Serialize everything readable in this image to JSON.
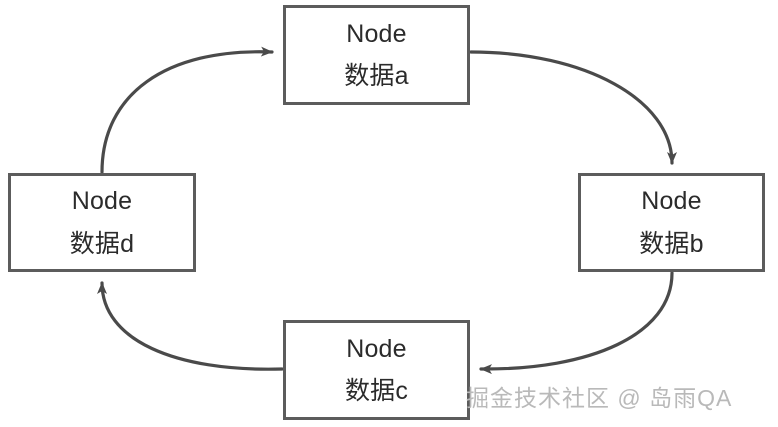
{
  "diagram": {
    "title": "circular-linked-list",
    "background_color": "#ffffff",
    "stroke_color": "#5c5c5c",
    "edge_color": "#4a4a4a",
    "text_color": "#2b2b2b",
    "nodes": [
      {
        "id": "a",
        "label_top": "Node",
        "label_bottom": "数据a"
      },
      {
        "id": "b",
        "label_top": "Node",
        "label_bottom": "数据b"
      },
      {
        "id": "c",
        "label_top": "Node",
        "label_bottom": "数据c"
      },
      {
        "id": "d",
        "label_top": "Node",
        "label_bottom": "数据d"
      }
    ],
    "edges": [
      {
        "from": "d",
        "to": "a",
        "direction": "up-right"
      },
      {
        "from": "a",
        "to": "b",
        "direction": "down-right"
      },
      {
        "from": "b",
        "to": "c",
        "direction": "down-left"
      },
      {
        "from": "c",
        "to": "d",
        "direction": "up-left"
      }
    ]
  },
  "watermark": {
    "text": "掘金技术社区 @ 岛雨QA",
    "color": "#b9b9b9"
  }
}
